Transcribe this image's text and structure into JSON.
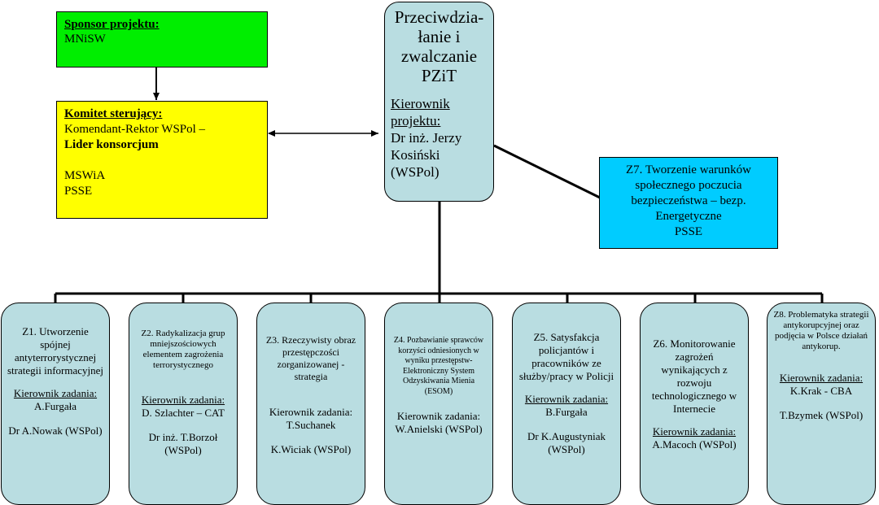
{
  "sponsor": {
    "label": "Sponsor projektu:",
    "value": "MNiSW"
  },
  "committee": {
    "label": "Komitet sterujący:",
    "line1": "Komendant-Rektor WSPol –",
    "line2": "Lider konsorcjum",
    "line3": "MSWiA",
    "line4": "PSSE"
  },
  "main": {
    "title": "Przeciwdzia-łanie i zwalczanie PZiT",
    "manager_label": "Kierownik projektu:",
    "manager": "Dr inż. Jerzy Kosiński (WSPol)"
  },
  "z7": {
    "text": "Z7. Tworzenie warunków społecznego poczucia bezpieczeństwa – bezp. Energetyczne",
    "org": "PSSE"
  },
  "tasks": [
    {
      "title": "Z1. Utworzenie spójnej antyterrorystycznej strategii informacyjnej",
      "manager_label": "Kierownik zadania:",
      "manager": "A.Furgała",
      "extra": "Dr A.Nowak (WSPol)"
    },
    {
      "title": "Z2. Radykalizacja grup mniejszościowych elementem zagrożenia terrorystycznego",
      "manager_label": "Kierownik zadania:",
      "manager": "D. Szlachter – CAT",
      "extra": "Dr inż. T.Borzoł (WSPol)"
    },
    {
      "title": "Z3. Rzeczywisty obraz przestępczości zorganizowanej - strategia",
      "manager_label": "Kierownik zadania:",
      "manager": "T.Suchanek",
      "extra": "K.Wiciak (WSPol)"
    },
    {
      "title": "Z4. Pozbawianie sprawców korzyści odniesionych w wyniku przestępstw- Elektroniczny System Odzyskiwania Mienia (ESOM)",
      "manager_label": "Kierownik zadania:",
      "manager": "W.Anielski (WSPol)",
      "extra": ""
    },
    {
      "title": "Z5. Satysfakcja policjantów i pracowników ze służby/pracy w Policji",
      "manager_label": "Kierownik zadania:",
      "manager": "B.Furgała",
      "extra": "Dr K.Augustyniak (WSPol)"
    },
    {
      "title": "Z6. Monitorowanie zagrożeń wynikających z rozwoju technologicznego w Internecie",
      "manager_label": "Kierownik zadania:",
      "manager": "A.Macoch (WSPol)",
      "extra": ""
    },
    {
      "title": "Z8. Problematyka strategii antykorupcyjnej oraz podjęcia w Polsce działań antykorup.",
      "manager_label": "Kierownik zadania:",
      "manager": "K.Krak - CBA",
      "extra": "T.Bzymek (WSPol)"
    }
  ]
}
